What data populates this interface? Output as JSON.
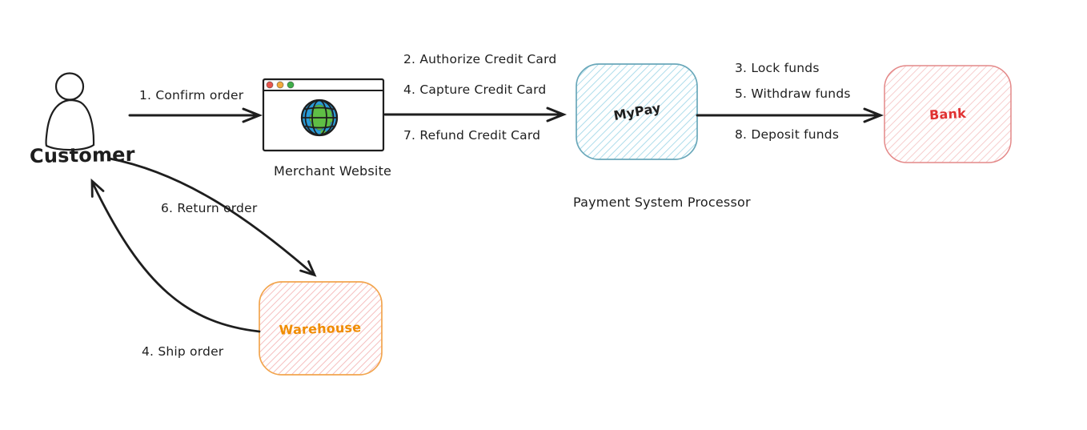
{
  "diagram": {
    "nodes": {
      "customer": {
        "label": "Customer",
        "icon": "person-icon"
      },
      "merchant_website": {
        "label": "Merchant Website",
        "icon": "browser-globe-icon"
      },
      "mypay": {
        "label": "MyPay",
        "caption": "Payment System Processor"
      },
      "bank": {
        "label": "Bank"
      },
      "warehouse": {
        "label": "Warehouse"
      }
    },
    "edges": {
      "customer_to_merchant": {
        "label": "1. Confirm order"
      },
      "merchant_to_processor": {
        "labels": [
          "2. Authorize Credit Card",
          "4. Capture Credit Card",
          "7. Refund Credit Card"
        ]
      },
      "processor_to_bank": {
        "labels": [
          "3. Lock funds",
          "5. Withdraw funds",
          "8. Deposit funds"
        ]
      },
      "customer_to_warehouse": {
        "label": "6. Return order"
      },
      "warehouse_to_customer": {
        "label": "4. Ship order"
      }
    }
  },
  "colors": {
    "ink": "#1e1e1e",
    "mypay_border": "#6aa8ba",
    "mypay_hatch": "#a9dbea",
    "bank_border": "#e48989",
    "bank_hatch": "#f5c4c4",
    "bank_label": "#e03131",
    "warehouse_border": "#f2a54e",
    "warehouse_hatch": "#f5bcbc",
    "warehouse_label": "#f08c00",
    "globe_water": "#2a9cd9",
    "globe_land": "#5fbf45",
    "browser_dot_red": "#e8554d",
    "browser_dot_yellow": "#f2a93b",
    "browser_dot_green": "#3fae49"
  }
}
